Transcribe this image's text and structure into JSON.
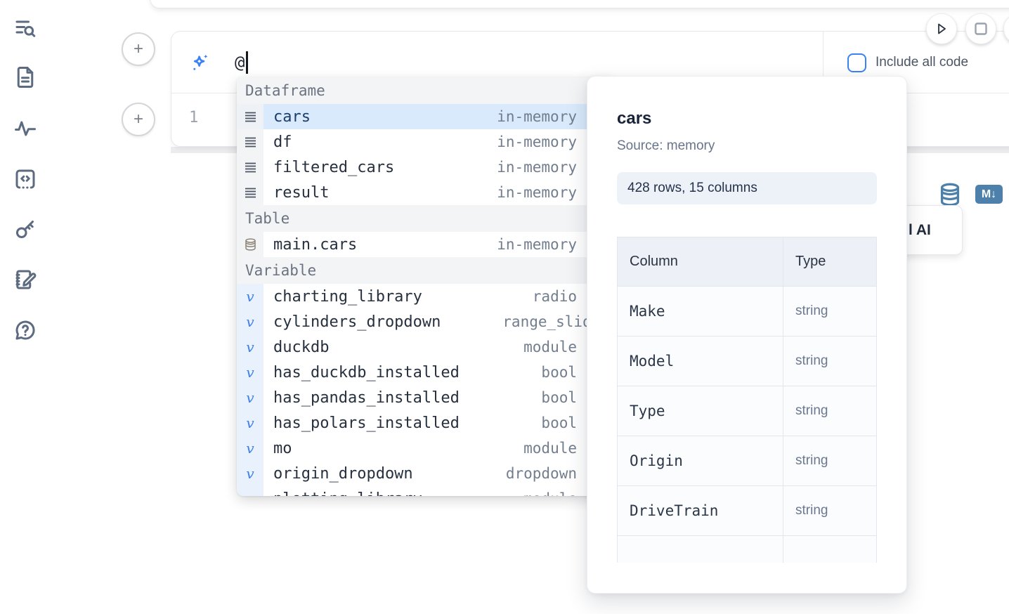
{
  "colors": {
    "accent_blue": "#3b82f6",
    "steel_blue": "#4d81ab",
    "selection_bg": "#d8eafc",
    "slate_icon": "#5d6b80"
  },
  "sidebar": {
    "icons": [
      "toc-search-icon",
      "file-icon",
      "activity-icon",
      "code-snippets-icon",
      "key-icon",
      "scratchpad-icon",
      "help-icon"
    ]
  },
  "toolbar": {
    "plus_label": "+"
  },
  "prompt": {
    "value": "@",
    "include_all_code_label": "Include all code"
  },
  "editor": {
    "line_number": "1"
  },
  "cell_toolbar": {
    "markdown_badge": "M↓",
    "ai_button_fragment": "l AI"
  },
  "autocomplete": {
    "sections": [
      {
        "label": "Dataframe",
        "items": [
          {
            "name": "cars",
            "type": "in-memory",
            "selected": true
          },
          {
            "name": "df",
            "type": "in-memory"
          },
          {
            "name": "filtered_cars",
            "type": "in-memory"
          },
          {
            "name": "result",
            "type": "in-memory"
          }
        ]
      },
      {
        "label": "Table",
        "items": [
          {
            "name": "main.cars",
            "type": "in-memory"
          }
        ]
      },
      {
        "label": "Variable",
        "items": [
          {
            "name": "charting_library",
            "type": "radio"
          },
          {
            "name": "cylinders_dropdown",
            "type": "range_slider"
          },
          {
            "name": "duckdb",
            "type": "module"
          },
          {
            "name": "has_duckdb_installed",
            "type": "bool"
          },
          {
            "name": "has_pandas_installed",
            "type": "bool"
          },
          {
            "name": "has_polars_installed",
            "type": "bool"
          },
          {
            "name": "mo",
            "type": "module"
          },
          {
            "name": "origin_dropdown",
            "type": "dropdown"
          },
          {
            "name": "plotting_library",
            "type": "module"
          }
        ]
      }
    ]
  },
  "popup": {
    "title": "cars",
    "source": "Source: memory",
    "shape_badge": "428 rows, 15 columns",
    "table": {
      "headers": [
        "Column",
        "Type"
      ],
      "rows": [
        {
          "column": "Make",
          "type": "string"
        },
        {
          "column": "Model",
          "type": "string"
        },
        {
          "column": "Type",
          "type": "string"
        },
        {
          "column": "Origin",
          "type": "string"
        },
        {
          "column": "DriveTrain",
          "type": "string"
        },
        {
          "column": "",
          "type": ""
        }
      ]
    }
  }
}
